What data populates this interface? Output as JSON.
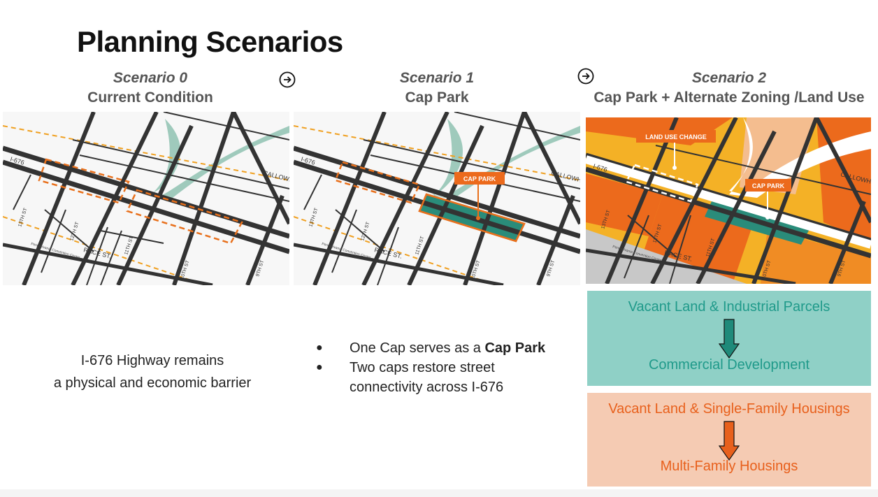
{
  "title": "Planning Scenarios",
  "scenarios": [
    {
      "name": "Scenario 0",
      "subtitle": "Current Condition"
    },
    {
      "name": "Scenario 1",
      "subtitle": "Cap Park"
    },
    {
      "name": "Scenario 2",
      "subtitle": "Cap Park + Alternate Zoning /Land Use"
    }
  ],
  "icons": {
    "next": "arrow-right-circle-icon"
  },
  "map_labels": {
    "highway": "I-676",
    "callowhill": "CALLOWHILL",
    "race": "RACE ST.",
    "convention": "Pennsylvania Convention Center",
    "st13": "13TH ST",
    "st12": "12TH ST",
    "st11": "11TH ST",
    "st10": "10TH ST",
    "st9": "9TH ST",
    "cap_park": "CAP PARK",
    "land_use_change": "LAND USE CHANGE"
  },
  "scenario0_text": {
    "line1": "I-676 Highway remains",
    "line2": "a physical and economic barrier"
  },
  "scenario1_bullets": {
    "b1_prefix": "One Cap serves as a ",
    "b1_bold": "Cap Park",
    "b2_line1": "Two caps restore street",
    "b2_line2": "connectivity across I-676",
    "bullet_char": "●"
  },
  "transitions": [
    {
      "from": "Vacant Land & Industrial Parcels",
      "to": "Commercial Development",
      "bg": "#8fd0c6",
      "text_color": "#1f9a8a",
      "arrow_color": "#1f8a7a"
    },
    {
      "from": "Vacant Land & Single-Family Housings",
      "to": "Multi-Family Housings",
      "bg": "#f5cbb3",
      "text_color": "#e8601c",
      "arrow_color": "#e8601c"
    }
  ],
  "colors": {
    "road": "#333333",
    "dash": "#f0a020",
    "cap_outline": "#e8701c",
    "park_green": "#8fc2b2",
    "cap_teal": "#2a8c7a",
    "orange_dark": "#ec6a1c",
    "orange_mid": "#f08c24",
    "orange_light": "#f4b126",
    "peach": "#f4bd8f"
  }
}
